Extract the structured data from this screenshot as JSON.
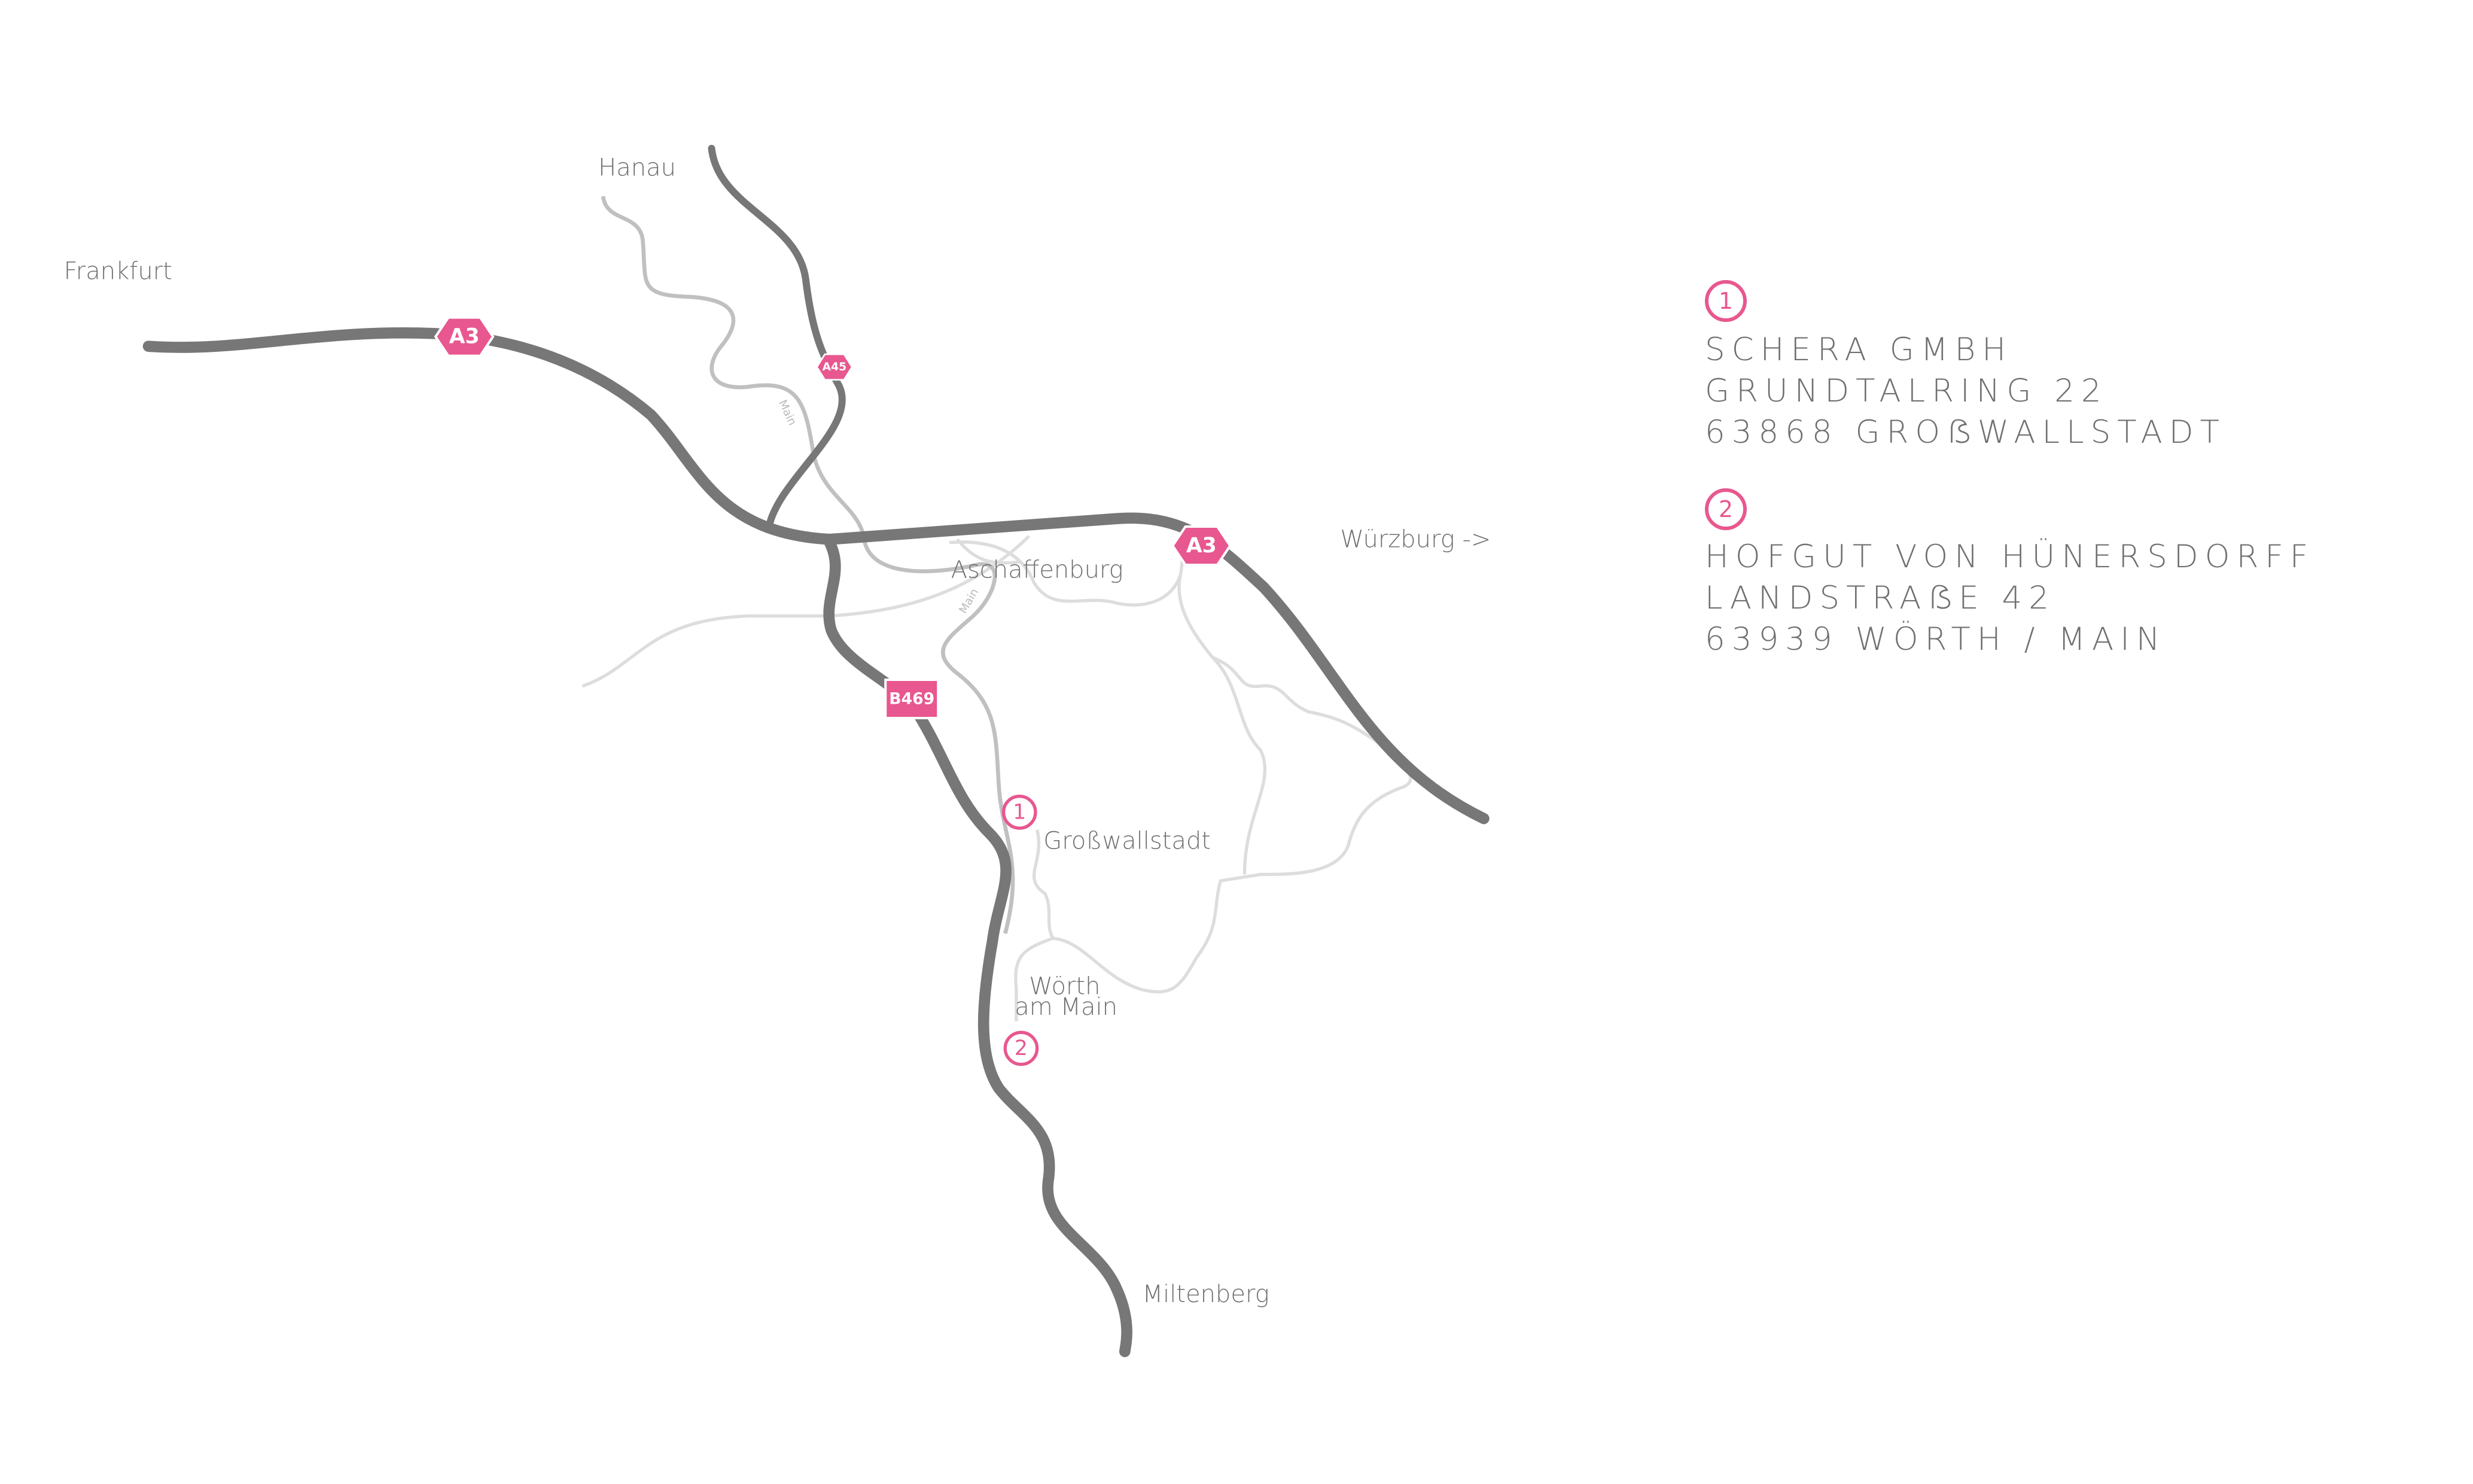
{
  "colors": {
    "accent": "#e8578f",
    "highway": "#777777",
    "river": "#c0c0c0",
    "minor_road": "#dddddd",
    "text": "#6f6f6f"
  },
  "map": {
    "cities": {
      "frankfurt": "Frankfurt",
      "hanau": "Hanau",
      "aschaffenburg": "Aschaffenburg",
      "wuerzburg": "Würzburg ->",
      "grosswallstadt": "Großwallstadt",
      "woerth_line1": "Wörth",
      "woerth_line2": "am Main",
      "miltenberg": "Miltenberg"
    },
    "river_label": "Main",
    "shields": {
      "a3_west": "A3",
      "a3_east": "A3",
      "a45": "A45",
      "b469": "B469"
    },
    "markers": [
      "1",
      "2"
    ]
  },
  "locations": [
    {
      "number": "1",
      "lines": [
        "SCHERA GMBH",
        "GRUNDTALRING 22",
        "63868 GROẞWALLSTADT"
      ]
    },
    {
      "number": "2",
      "lines": [
        "HOFGUT VON HÜNERSDORFF",
        "LANDSTRAẞE 42",
        "63939 WÖRTH / MAIN"
      ]
    }
  ]
}
